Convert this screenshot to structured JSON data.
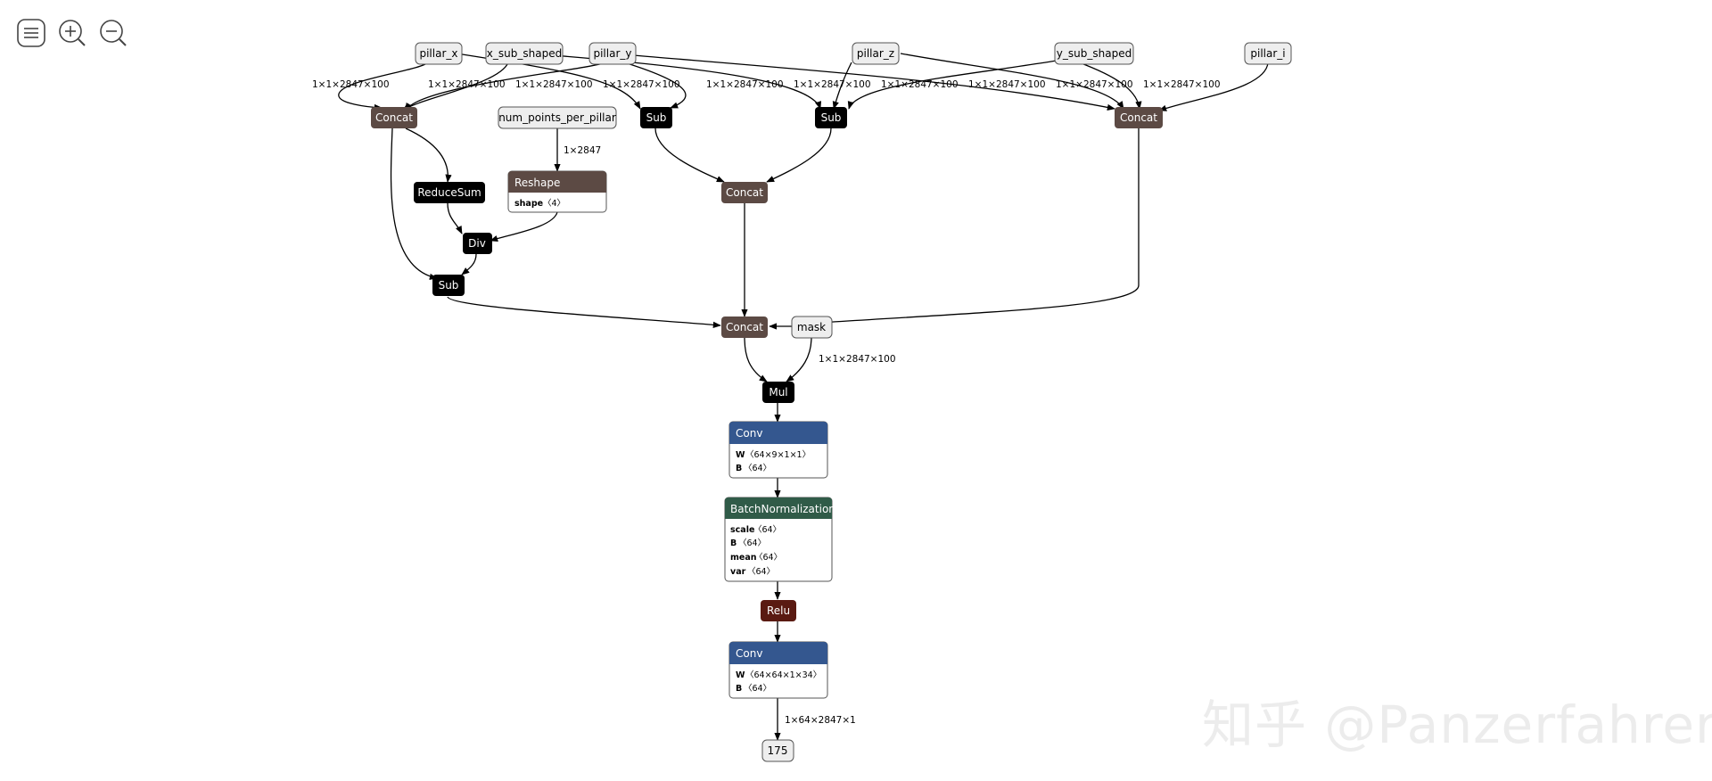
{
  "toolbar": {
    "menu_icon": "menu-icon",
    "zoom_in_icon": "zoom-in-icon",
    "zoom_out_icon": "zoom-out-icon"
  },
  "colors": {
    "input": "#eeeeee",
    "concat": "#5c4a44",
    "op_black": "#000000",
    "conv": "#34578f",
    "batchnorm": "#305b48",
    "relu": "#5a1a12",
    "edge": "#000000"
  },
  "nodes": {
    "pillar_x": "pillar_x",
    "x_sub_shaped": "x_sub_shaped",
    "pillar_y": "pillar_y",
    "pillar_z": "pillar_z",
    "y_sub_shaped": "y_sub_shaped",
    "pillar_i": "pillar_i",
    "num_points_per_pillar": "num_points_per_pillar",
    "mask": "mask",
    "concat1": "Concat",
    "concat2": "Concat",
    "concat3": "Concat",
    "concat4": "Concat",
    "sub1": "Sub",
    "sub2": "Sub",
    "sub3": "Sub",
    "reducesum": "ReduceSum",
    "div": "Div",
    "mul": "Mul",
    "reshape": {
      "title": "Reshape",
      "attr_shape_key": "shape",
      "attr_shape_val": "〈4〉"
    },
    "conv1": {
      "title": "Conv",
      "w_key": "W",
      "w_val": "〈64×9×1×1〉",
      "b_key": "B",
      "b_val": "〈64〉"
    },
    "batchnorm": {
      "title": "BatchNormalization",
      "scale_key": "scale",
      "scale_val": "〈64〉",
      "b_key": "B",
      "b_val": "〈64〉",
      "mean_key": "mean",
      "mean_val": "〈64〉",
      "var_key": "var",
      "var_val": "〈64〉"
    },
    "relu": "Relu",
    "conv2": {
      "title": "Conv",
      "w_key": "W",
      "w_val": "〈64×64×1×34〉",
      "b_key": "B",
      "b_val": "〈64〉"
    },
    "output": "175"
  },
  "edge_labels": {
    "px_concat1": "1×1×2847×100",
    "xs_concat1": "1×1×2847×100",
    "py_concat1": "1×1×2847×100",
    "py_sub1": "1×1×2847×100",
    "pz_sub3": "1×1×2847×100",
    "py_sub3": "1×1×2847×100",
    "ys_sub3": "1×1×2847×100",
    "pz_concat4": "1×1×2847×100",
    "ys_concat4": "1×1×2847×100",
    "pi_concat4": "1×1×2847×100",
    "npp_reshape": "1×2847",
    "mask_mul": "1×1×2847×100",
    "conv2_out": "1×64×2847×1"
  },
  "watermark": "知乎 @Panzerfahrer"
}
